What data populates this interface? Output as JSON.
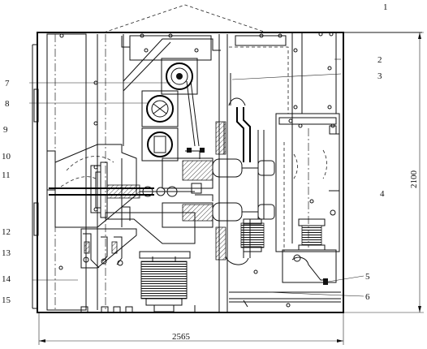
{
  "labels": {
    "n1": "1",
    "n2": "2",
    "n3": "3",
    "n4": "4",
    "n5": "5",
    "n6": "6",
    "n7": "7",
    "n8": "8",
    "n9": "9",
    "n10": "10",
    "n11": "11",
    "n12": "12",
    "n13": "13",
    "n14": "14",
    "n15": "15"
  },
  "dimensions": {
    "width": "2565",
    "height": "2100"
  }
}
